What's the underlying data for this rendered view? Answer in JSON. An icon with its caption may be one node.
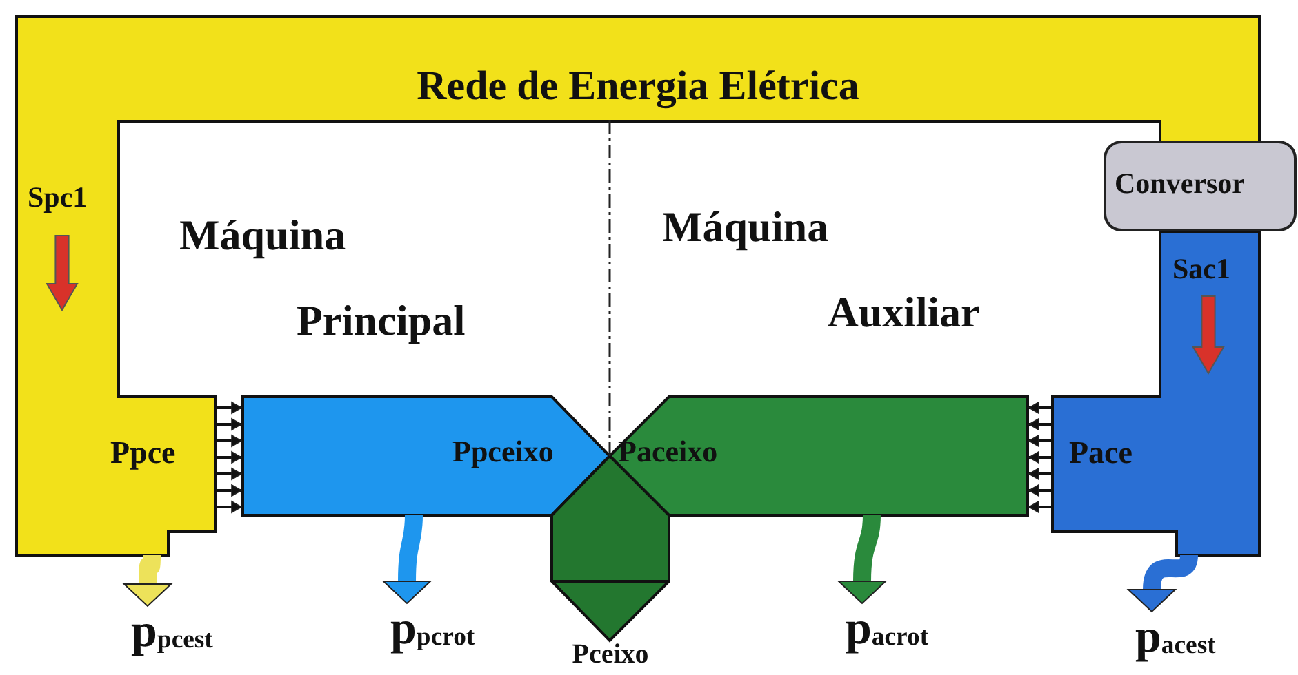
{
  "diagram": {
    "nodes": [
      {
        "text": [
          "Rede de Energia Elétrica",
          "Spc1",
          "Ppce"
        ]
      },
      {
        "text": [
          "Máquina Principal"
        ]
      },
      {
        "text": [
          "Máquina Auxiliar"
        ]
      },
      {
        "text": [
          "Conversor"
        ]
      },
      {
        "text": [
          "Sac1",
          "Pace"
        ]
      },
      {
        "text": [
          "Ppceixo"
        ]
      },
      {
        "text": [
          "Paceixo"
        ]
      },
      {
        "text": [
          "Pceixo"
        ]
      },
      {
        "text": [
          "p$_{pcest}$"
        ]
      },
      {
        "text": [
          "p$_{pcrot}$"
        ]
      },
      {
        "text": [
          "p$_{acrot}$"
        ]
      },
      {
        "text": [
          "p$_{acest}$"
        ]
      }
    ],
    "edges": [
      {
        "from": 0,
        "to": 5,
        "arrow": "to",
        "color": "#111111"
      },
      {
        "from": 0,
        "to": 5,
        "arrow": "to",
        "color": "#111111"
      },
      {
        "from": 0,
        "to": 5,
        "arrow": "to",
        "color": "#111111"
      },
      {
        "from": 0,
        "to": 5,
        "arrow": "to",
        "color": "#111111"
      },
      {
        "from": 0,
        "to": 5,
        "arrow": "to",
        "color": "#111111"
      },
      {
        "from": 0,
        "to": 5,
        "arrow": "to",
        "color": "#111111"
      },
      {
        "from": 0,
        "to": 5,
        "arrow": "to",
        "color": "#111111"
      },
      {
        "from": 4,
        "to": 6,
        "arrow": "to",
        "color": "#111111"
      },
      {
        "from": 4,
        "to": 6,
        "arrow": "to",
        "color": "#111111"
      },
      {
        "from": 4,
        "to": 6,
        "arrow": "to",
        "color": "#111111"
      },
      {
        "from": 4,
        "to": 6,
        "arrow": "to",
        "color": "#111111"
      },
      {
        "from": 4,
        "to": 6,
        "arrow": "to",
        "color": "#111111"
      },
      {
        "from": 4,
        "to": 6,
        "arrow": "to",
        "color": "#111111"
      },
      {
        "from": 4,
        "to": 6,
        "arrow": "to",
        "color": "#111111"
      },
      {
        "from": 0,
        "to": 8,
        "arrow": "to",
        "style": "thick",
        "color": "#ede25a"
      },
      {
        "from": 5,
        "to": 9,
        "arrow": "to",
        "style": "thick",
        "color": "#1e96ee"
      },
      {
        "from": 6,
        "to": 10,
        "arrow": "to",
        "style": "thick",
        "color": "#2a8a3c"
      },
      {
        "from": 4,
        "to": 11,
        "arrow": "to",
        "style": "thick",
        "color": "#2a6fd4"
      }
    ]
  }
}
